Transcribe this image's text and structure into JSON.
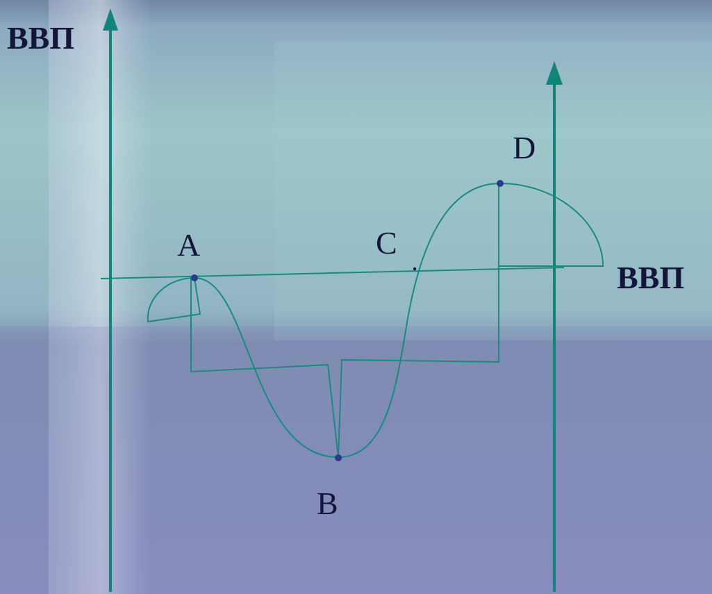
{
  "labels": {
    "y_axis": "ВВП",
    "x_axis": "ВВП",
    "point_a": "A",
    "point_b": "B",
    "point_c": "C",
    "point_d": "D"
  },
  "colors": {
    "curve": "#1a8a80",
    "axis": "#13847a",
    "point": "#2a3a8c",
    "text": "#15153a"
  }
}
